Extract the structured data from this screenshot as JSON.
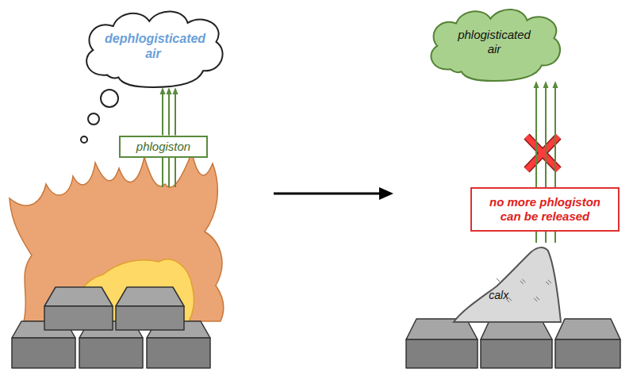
{
  "diagram": {
    "nodes": [
      {
        "text": [
          "dephlogisticated air"
        ]
      },
      {
        "text": [
          "phlogiston"
        ]
      },
      {
        "text": [
          "phlogisticated air"
        ]
      },
      {
        "text": [
          "no more phlogiston can be released"
        ]
      },
      {
        "text": [
          "calx"
        ]
      }
    ],
    "edges": [
      {
        "from": 1,
        "to": 0,
        "arrow": "to"
      },
      {
        "from": 4,
        "to": 3,
        "arrow": "none"
      },
      {
        "from": 3,
        "to": 2,
        "arrow": "to"
      }
    ]
  }
}
